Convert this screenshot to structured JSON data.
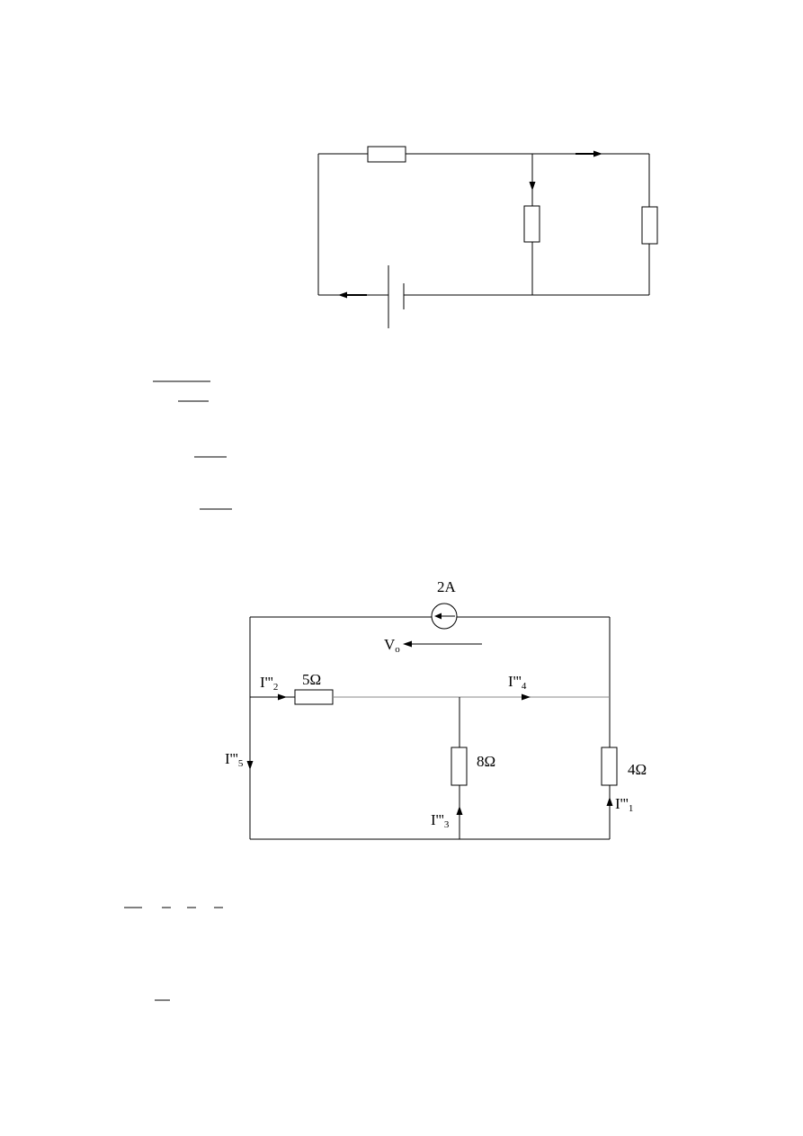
{
  "circuit2": {
    "source_label": "2A",
    "vo_label": "V",
    "vo_sub": "o",
    "i2_label": "I'''",
    "i2_sub": "2",
    "r5_label": "5Ω",
    "i4_label": "I'''",
    "i4_sub": "4",
    "i5_label": "I'''",
    "i5_sub": "5",
    "r8_label": "8Ω",
    "r4_label": "4Ω",
    "i3_label": "I'''",
    "i3_sub": "3",
    "i1_label": "I'''",
    "i1_sub": "1"
  }
}
